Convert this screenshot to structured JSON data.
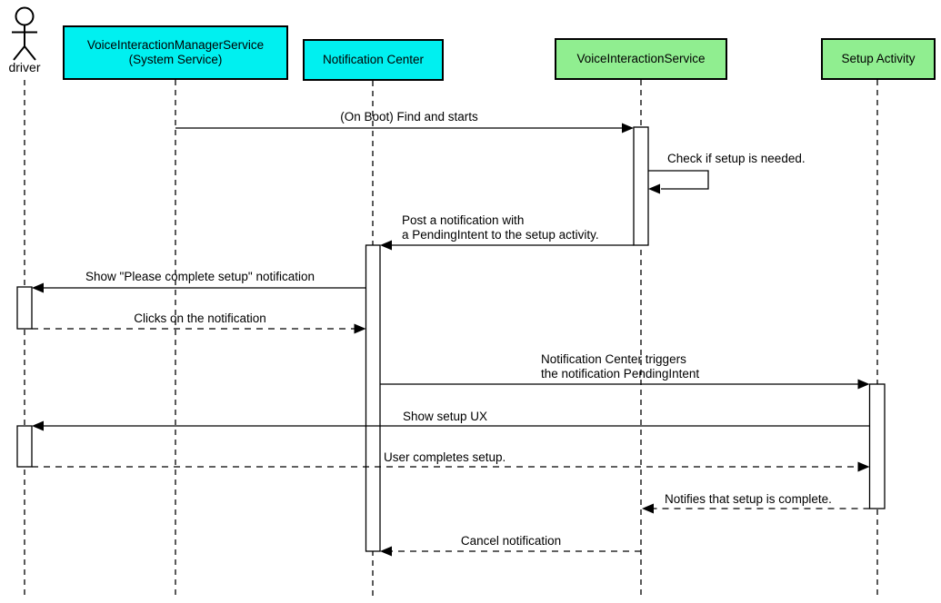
{
  "diagram": {
    "kind": "uml-sequence",
    "participants": [
      {
        "id": "driver",
        "type": "actor",
        "label": "driver"
      },
      {
        "id": "vims",
        "type": "participant",
        "label_line1": "VoiceInteractionManagerService",
        "label_line2": "(System Service)",
        "fill": "#00F0F0"
      },
      {
        "id": "notification_center",
        "type": "participant",
        "label": "Notification Center",
        "fill": "#00F0F0"
      },
      {
        "id": "voice_interaction_service",
        "type": "participant",
        "label": "VoiceInteractionService",
        "fill": "#90EE90"
      },
      {
        "id": "setup_activity",
        "type": "participant",
        "label": "Setup Activity",
        "fill": "#90EE90"
      }
    ],
    "messages": [
      {
        "from": "vims",
        "to": "voice_interaction_service",
        "line": "solid",
        "label": "(On Boot) Find and starts"
      },
      {
        "from": "voice_interaction_service",
        "to": "voice_interaction_service",
        "line": "solid",
        "label": "Check if setup is needed."
      },
      {
        "from": "voice_interaction_service",
        "to": "notification_center",
        "line": "solid",
        "label_line1": "Post a notification with",
        "label_line2": "a PendingIntent to the setup activity."
      },
      {
        "from": "notification_center",
        "to": "driver",
        "line": "solid",
        "label": "Show \"Please complete setup\" notification"
      },
      {
        "from": "driver",
        "to": "notification_center",
        "line": "dashed",
        "label": "Clicks on the notification"
      },
      {
        "from": "notification_center",
        "to": "setup_activity",
        "line": "solid",
        "label_line1": "Notification Center triggers",
        "label_line2": "the notification PendingIntent"
      },
      {
        "from": "setup_activity",
        "to": "driver",
        "line": "solid",
        "label": "Show setup UX"
      },
      {
        "from": "driver",
        "to": "setup_activity",
        "line": "dashed",
        "label": "User completes setup."
      },
      {
        "from": "setup_activity",
        "to": "voice_interaction_service",
        "line": "dashed",
        "label": "Notifies that setup is complete."
      },
      {
        "from": "voice_interaction_service",
        "to": "notification_center",
        "line": "dashed",
        "label": "Cancel notification"
      }
    ],
    "colors": {
      "participant_cyan": "#00F0F0",
      "participant_green": "#90EE90",
      "stroke": "#000000",
      "background": "#FFFFFF"
    }
  }
}
